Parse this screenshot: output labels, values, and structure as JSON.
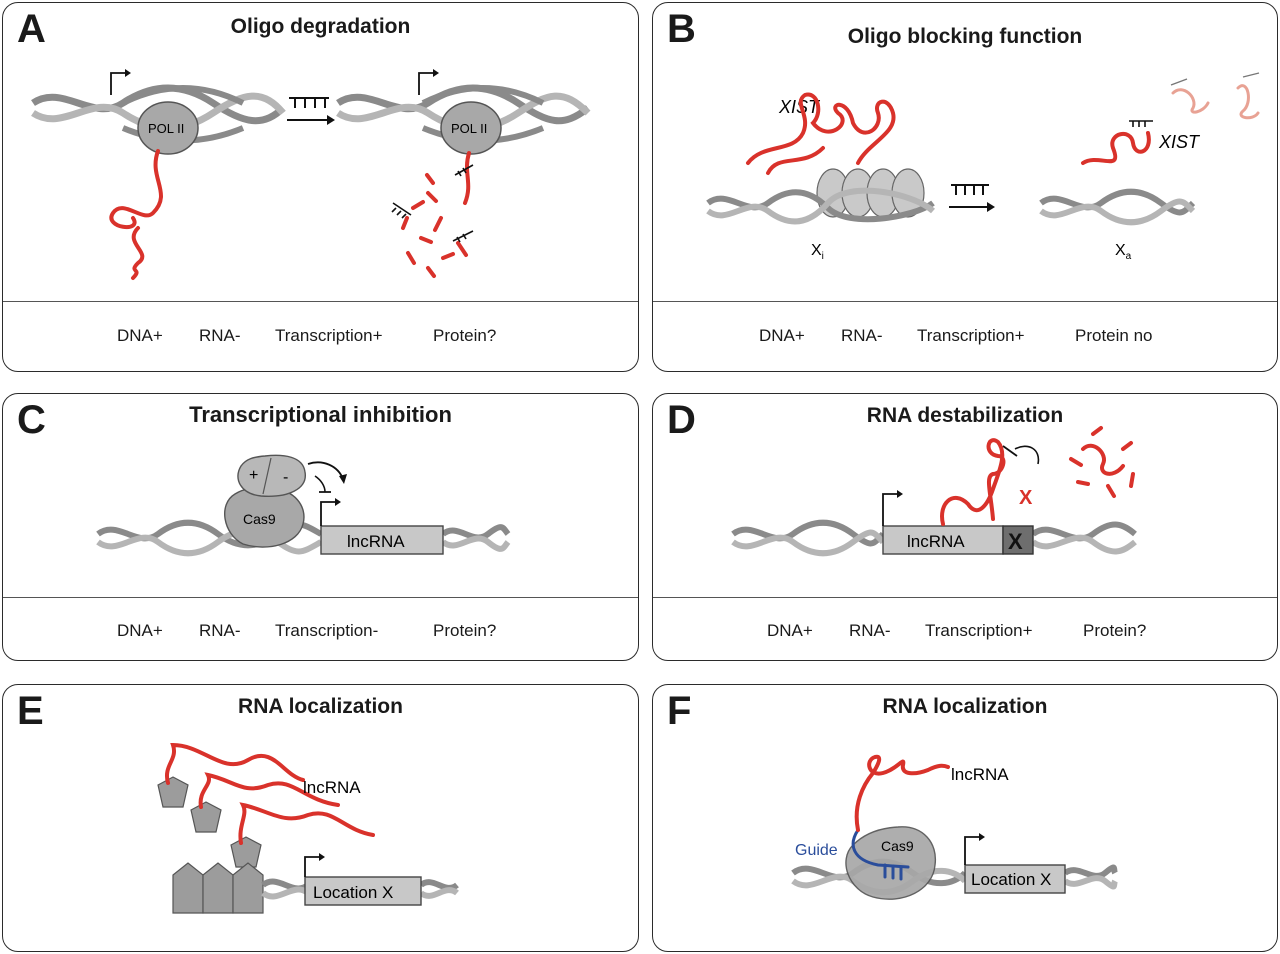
{
  "panels": [
    {
      "letter": "A",
      "title": "Oligo degradation",
      "status": [
        "DNA+",
        "RNA-",
        "Transcription+",
        "Protein?"
      ],
      "labels": {
        "pol": "POL II"
      }
    },
    {
      "letter": "B",
      "title": "Oligo blocking function",
      "status": [
        "DNA+",
        "RNA-",
        "Transcription+",
        "Protein no"
      ],
      "labels": {
        "xist": "XIST",
        "xi": "X",
        "xi_sub": "i",
        "xa": "X",
        "xa_sub": "a"
      }
    },
    {
      "letter": "C",
      "title": "Transcriptional inhibition",
      "status": [
        "DNA+",
        "RNA-",
        "Transcription-",
        "Protein?"
      ],
      "labels": {
        "cas9": "Cas9",
        "plus": "+",
        "minus": "-",
        "gene": "lncRNA"
      }
    },
    {
      "letter": "D",
      "title": "RNA destabilization",
      "status": [
        "DNA+",
        "RNA-",
        "Transcription+",
        "Protein?"
      ],
      "labels": {
        "gene": "lncRNA",
        "x_box": "X",
        "red_x": "X"
      }
    },
    {
      "letter": "E",
      "title": "RNA localization",
      "labels": {
        "lncrna": "lncRNA",
        "location": "Location X"
      }
    },
    {
      "letter": "F",
      "title": "RNA localization",
      "labels": {
        "lncrna": "lncRNA",
        "guide": "Guide",
        "cas9": "Cas9",
        "location": "Location X"
      }
    }
  ],
  "colors": {
    "rna": "#d9322b",
    "rna_faded": "#e8a294",
    "guide": "#2a4d9b",
    "protein": "#a8a8a8",
    "dna": "#8a8a8a",
    "border": "#2b2b2b"
  }
}
